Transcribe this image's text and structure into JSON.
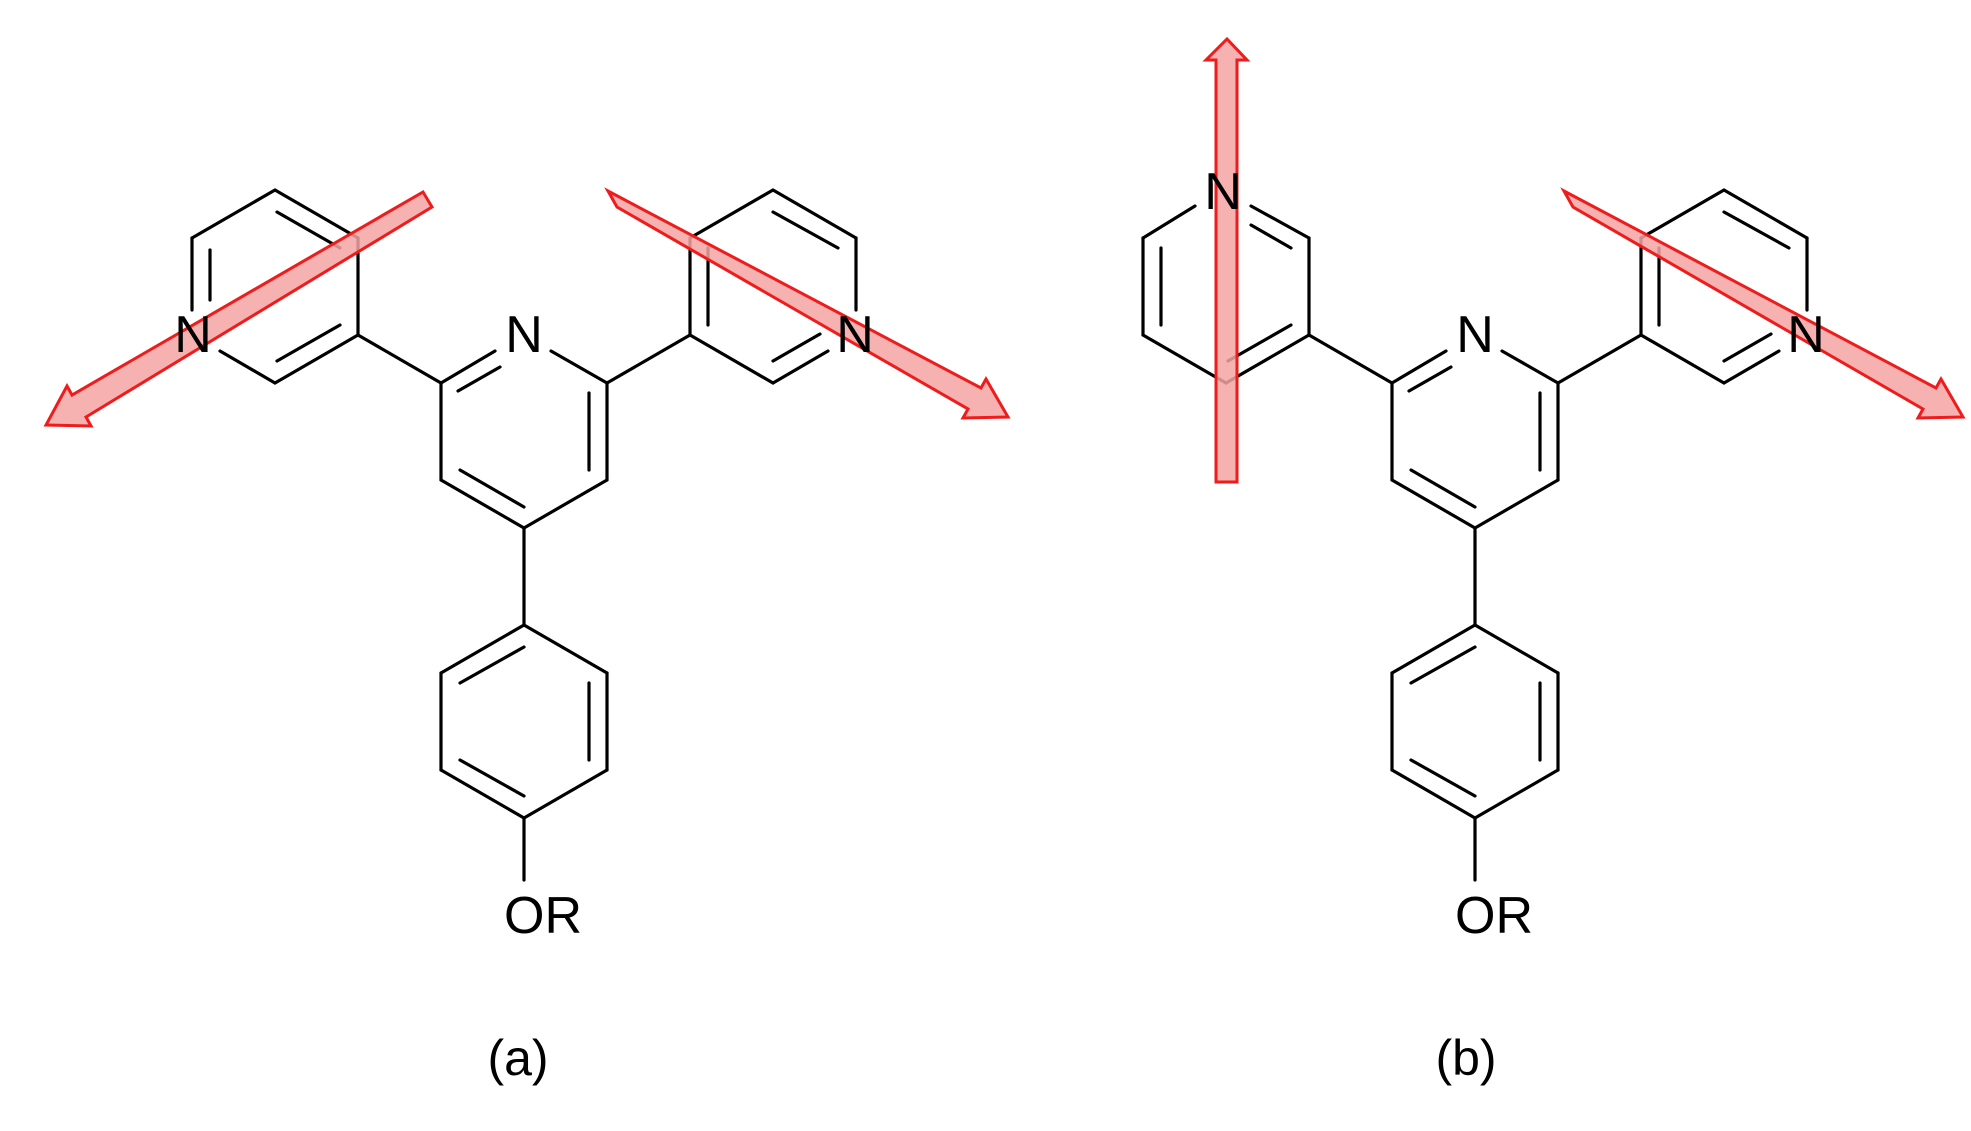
{
  "colors": {
    "bond": "#000000",
    "arrow_fill": "#f4a3a3",
    "arrow_stroke": "#ee1c1c",
    "arrow_fill_opacity": 0.85
  },
  "labels": {
    "nitrogen": "N",
    "substituent": "OR"
  },
  "panels": [
    {
      "caption": "(a)",
      "dipole_description": "outer pyridyl dipoles anti"
    },
    {
      "caption": "(b)",
      "dipole_description": "outer pyridyl dipoles syn/perpendicular"
    }
  ]
}
